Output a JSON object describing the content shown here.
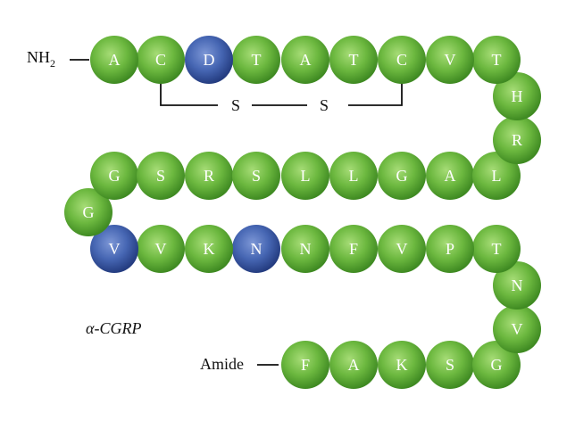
{
  "title": "α-CGRP",
  "n_terminus": {
    "text": "NH",
    "subscript": "2"
  },
  "c_terminus": "Amide",
  "disulfide": {
    "left": "S",
    "right": "S"
  },
  "colors": {
    "residue_default": "#6cb83f",
    "residue_highlight": "#3c5ba8",
    "background": "#ffffff"
  },
  "residues": [
    {
      "letter": "A",
      "highlight": false
    },
    {
      "letter": "C",
      "highlight": false
    },
    {
      "letter": "D",
      "highlight": true
    },
    {
      "letter": "T",
      "highlight": false
    },
    {
      "letter": "A",
      "highlight": false
    },
    {
      "letter": "T",
      "highlight": false
    },
    {
      "letter": "C",
      "highlight": false
    },
    {
      "letter": "V",
      "highlight": false
    },
    {
      "letter": "T",
      "highlight": false
    },
    {
      "letter": "H",
      "highlight": false
    },
    {
      "letter": "R",
      "highlight": false
    },
    {
      "letter": "L",
      "highlight": false
    },
    {
      "letter": "A",
      "highlight": false
    },
    {
      "letter": "G",
      "highlight": false
    },
    {
      "letter": "L",
      "highlight": false
    },
    {
      "letter": "L",
      "highlight": false
    },
    {
      "letter": "S",
      "highlight": false
    },
    {
      "letter": "R",
      "highlight": false
    },
    {
      "letter": "S",
      "highlight": false
    },
    {
      "letter": "G",
      "highlight": false
    },
    {
      "letter": "G",
      "highlight": false
    },
    {
      "letter": "V",
      "highlight": true
    },
    {
      "letter": "V",
      "highlight": false
    },
    {
      "letter": "K",
      "highlight": false
    },
    {
      "letter": "N",
      "highlight": true
    },
    {
      "letter": "N",
      "highlight": false
    },
    {
      "letter": "F",
      "highlight": false
    },
    {
      "letter": "V",
      "highlight": false
    },
    {
      "letter": "P",
      "highlight": false
    },
    {
      "letter": "T",
      "highlight": false
    },
    {
      "letter": "N",
      "highlight": false
    },
    {
      "letter": "V",
      "highlight": false
    },
    {
      "letter": "G",
      "highlight": false
    },
    {
      "letter": "S",
      "highlight": false
    },
    {
      "letter": "K",
      "highlight": false
    },
    {
      "letter": "A",
      "highlight": false
    },
    {
      "letter": "F",
      "highlight": false
    }
  ]
}
